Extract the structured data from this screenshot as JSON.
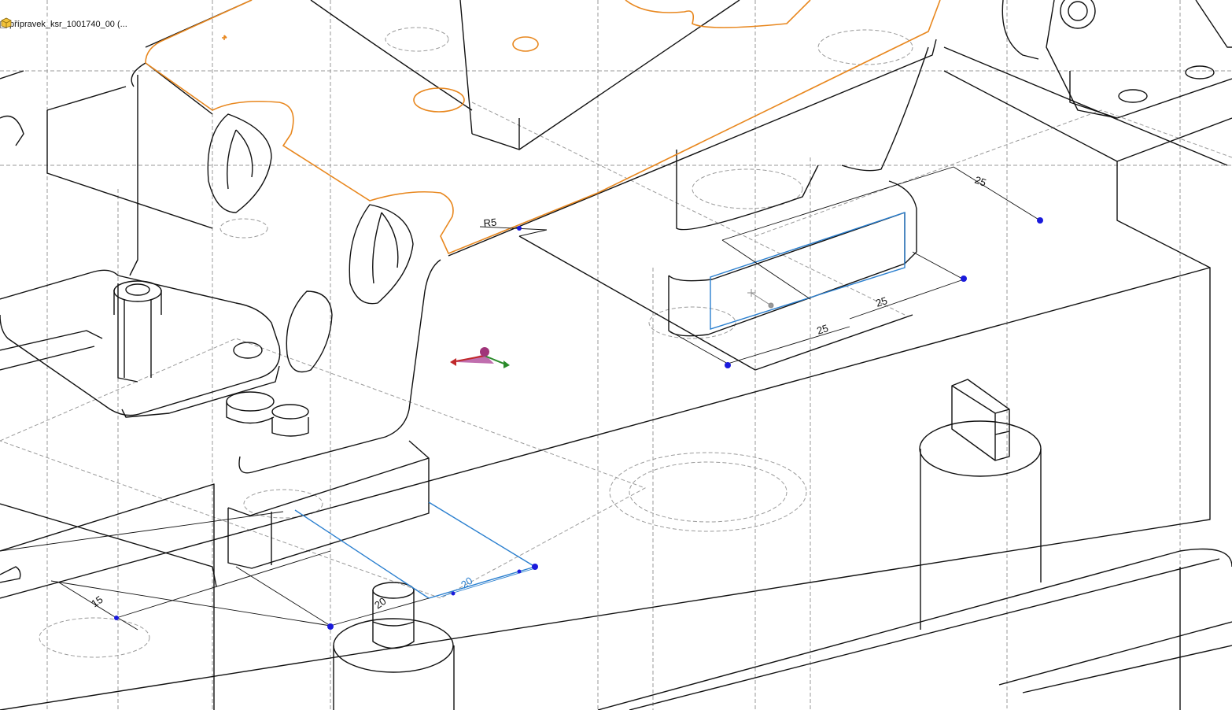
{
  "app": {
    "feature_tree_item": "přípravek_ksr_1001740_00  (..."
  },
  "colors": {
    "background": "#ffffff",
    "edge": "#111111",
    "hidden_edge": "#9a9a9a",
    "highlight": "#e8871e",
    "sketch_blue": "#2a7fcf",
    "point": "#1a1adc"
  },
  "dimensions": {
    "radius_label": "R5",
    "d_top_25": "25",
    "d_mid_25": "25",
    "d_bottom_25": "25",
    "d_left_15": "15",
    "d_left_20": "20",
    "d_blue_20": "20"
  },
  "icons": {
    "expander": "plus-box-icon",
    "part": "assembly-part-icon",
    "triad": "reference-triad-icon"
  }
}
